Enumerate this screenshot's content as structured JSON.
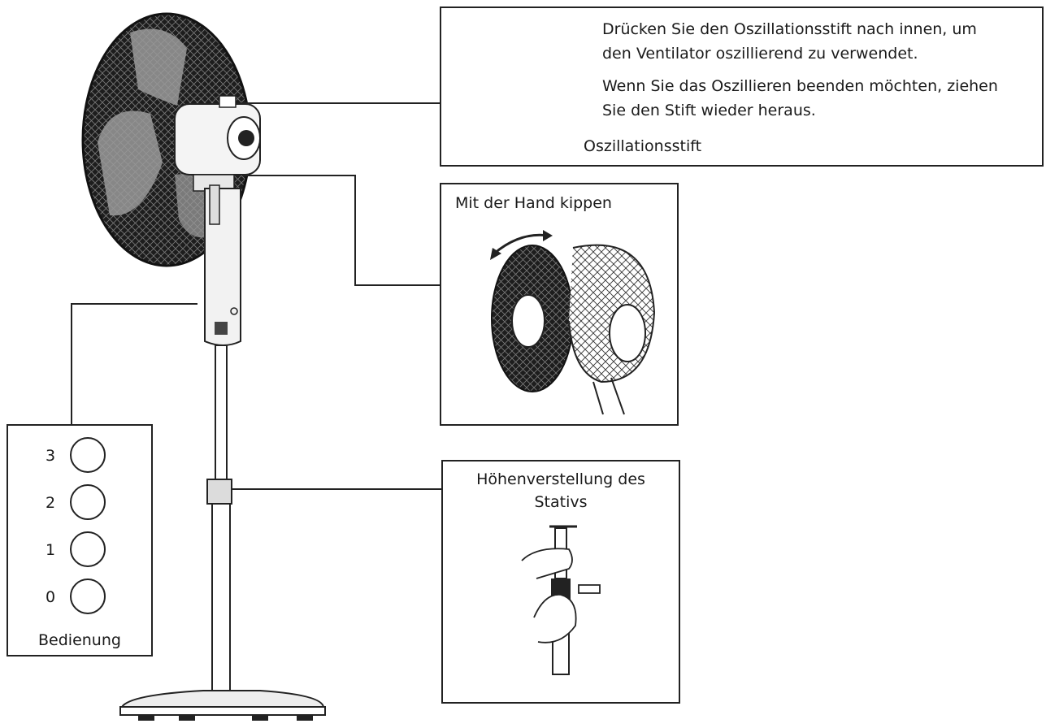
{
  "callouts": {
    "oscillation": {
      "line1": "Drücken Sie den Oszillationsstift nach innen, um",
      "line2": "den Ventilator oszillierend zu verwendet.",
      "line3": "Wenn Sie das Oszillieren beenden möchten, ziehen",
      "line4": "Sie den Stift wieder heraus.",
      "pin_label": "Oszillationsstift"
    },
    "tilt": {
      "title": "Mit der Hand kippen"
    },
    "height": {
      "title_line1": "Höhenverstellung des",
      "title_line2": "Stativs"
    },
    "controls": {
      "title": "Bedienung",
      "buttons": [
        "3",
        "2",
        "1",
        "0"
      ]
    }
  }
}
